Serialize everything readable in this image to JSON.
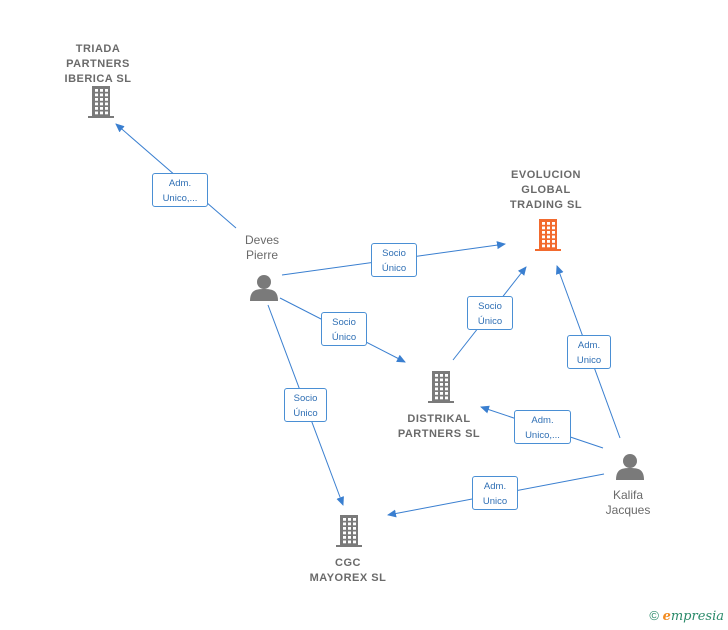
{
  "nodes": {
    "triada": {
      "label": "TRIADA\nPARTNERS\nIBERICA  SL",
      "type": "company",
      "color": "#7a7a7a"
    },
    "evolucion": {
      "label": "EVOLUCION\nGLOBAL\nTRADING  SL",
      "type": "company",
      "color": "#f26a2e"
    },
    "distrikal": {
      "label": "DISTRIKAL\nPARTNERS  SL",
      "type": "company",
      "color": "#7a7a7a"
    },
    "cgc": {
      "label": "CGC\nMAYOREX  SL",
      "type": "company",
      "color": "#7a7a7a"
    },
    "deves": {
      "label": "Deves\nPierre",
      "type": "person",
      "color": "#7a7a7a"
    },
    "kalifa": {
      "label": "Kalifa\nJacques",
      "type": "person",
      "color": "#7a7a7a"
    }
  },
  "edges": [
    {
      "from": "deves",
      "to": "triada",
      "label": "Adm.\nUnico,..."
    },
    {
      "from": "deves",
      "to": "evolucion",
      "label": "Socio\nÚnico"
    },
    {
      "from": "deves",
      "to": "distrikal",
      "label": "Socio\nÚnico"
    },
    {
      "from": "deves",
      "to": "cgc",
      "label": "Socio\nÚnico"
    },
    {
      "from": "distrikal",
      "to": "evolucion",
      "label": "Socio\nÚnico"
    },
    {
      "from": "kalifa",
      "to": "evolucion",
      "label": "Adm.\nUnico"
    },
    {
      "from": "kalifa",
      "to": "distrikal",
      "label": "Adm.\nUnico,..."
    },
    {
      "from": "kalifa",
      "to": "cgc",
      "label": "Adm.\nUnico"
    }
  ],
  "colors": {
    "edge": "#3a7fd0",
    "accent": "#f26a2e"
  },
  "footer": {
    "copyright": "©",
    "brand_initial": "e",
    "brand_rest": "mpresia"
  }
}
